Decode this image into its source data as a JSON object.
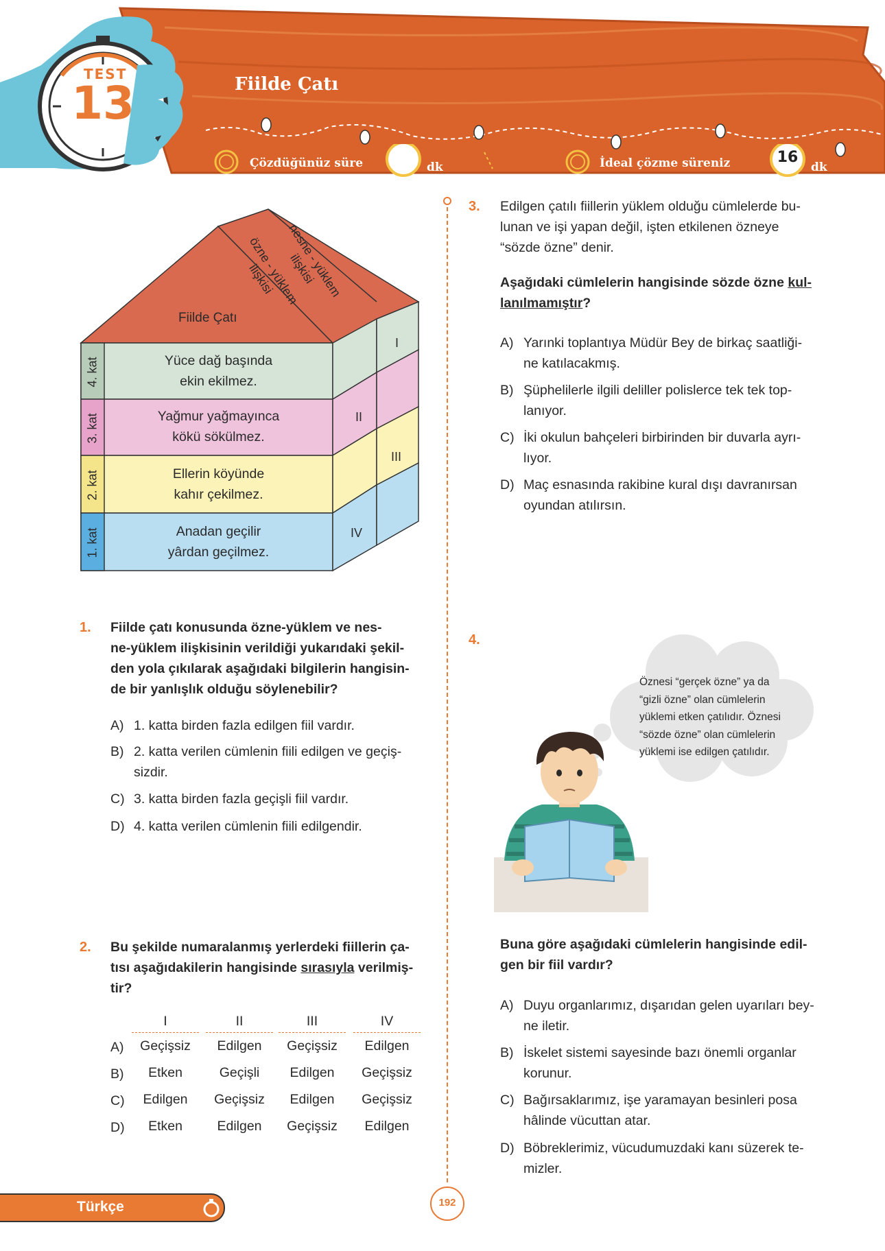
{
  "header": {
    "test_label": "TEST",
    "test_number": "13",
    "title": "Fiilde Çatı",
    "solved_time_label": "Çözdüğünüz süre",
    "solved_time_unit": "dk",
    "ideal_time_label": "İdeal çözme süreniz",
    "ideal_time_value": "16",
    "ideal_time_unit": "dk"
  },
  "figure": {
    "roof_label": "Fiilde Çatı",
    "roof_side_1": "nesne - yüklem ilişkisi",
    "roof_side_2": "özne - yüklem ilişkisi",
    "floors": [
      {
        "label": "4. kat",
        "line1": "Yüce dağ başında",
        "line2": "ekin ekilmez."
      },
      {
        "label": "3. kat",
        "line1": "Yağmur yağmayınca",
        "line2": "kökü sökülmez."
      },
      {
        "label": "2. kat",
        "line1": "Ellerin köyünde",
        "line2": "kahır çekilmez."
      },
      {
        "label": "1. kat",
        "line1": "Anadan geçilir",
        "line2": "yârdan geçilmez."
      }
    ],
    "markers": [
      "I",
      "II",
      "III",
      "IV"
    ]
  },
  "q1": {
    "number": "1.",
    "lines": [
      "Fiilde çatı konusunda özne-yüklem ve nes-",
      "ne-yüklem ilişkisinin verildiği yukarıdaki şekil-",
      "den yola çıkılarak aşağıdaki bilgilerin hangisin-",
      "de bir yanlışlık olduğu söylenebilir?"
    ],
    "options": [
      {
        "letter": "A)",
        "lines": [
          "1. katta birden fazla edilgen fiil vardır."
        ]
      },
      {
        "letter": "B)",
        "lines": [
          "2. katta verilen cümlenin fiili edilgen ve geçiş-",
          "sizdir."
        ]
      },
      {
        "letter": "C)",
        "lines": [
          "3. katta birden fazla geçişli fiil vardır."
        ]
      },
      {
        "letter": "D)",
        "lines": [
          "4. katta verilen cümlenin fiili edilgendir."
        ]
      }
    ]
  },
  "q2": {
    "number": "2.",
    "line1": "Bu şekilde numaralanmış yerlerdeki fiillerin ça-",
    "line2_a": "tısı aşağıdakilerin hangisinde ",
    "line2_u": "sırasıyla",
    "line2_b": " verilmiş-",
    "line3": "tir?",
    "headers": [
      "I",
      "II",
      "III",
      "IV"
    ],
    "rows": [
      {
        "letter": "A)",
        "cells": [
          "Geçişsiz",
          "Edilgen",
          "Geçişsiz",
          "Edilgen"
        ]
      },
      {
        "letter": "B)",
        "cells": [
          "Etken",
          "Geçişli",
          "Edilgen",
          "Geçişsiz"
        ]
      },
      {
        "letter": "C)",
        "cells": [
          "Edilgen",
          "Geçişsiz",
          "Edilgen",
          "Geçişsiz"
        ]
      },
      {
        "letter": "D)",
        "cells": [
          "Etken",
          "Edilgen",
          "Geçişsiz",
          "Edilgen"
        ]
      }
    ]
  },
  "q3": {
    "number": "3.",
    "lines": [
      "Edilgen çatılı fiillerin yüklem olduğu cümlelerde bu-",
      "lunan ve işi yapan değil, işten etkilenen özneye",
      "“sözde özne” denir."
    ],
    "stem_a": "Aşağıdaki cümlelerin hangisinde sözde özne ",
    "stem_u1": "kul-",
    "stem_u2": "lanılmamıştır",
    "stem_end": "?",
    "options": [
      {
        "letter": "A)",
        "lines": [
          "Yarınki toplantıya Müdür Bey de birkaç saatliği-",
          "ne katılacakmış."
        ]
      },
      {
        "letter": "B)",
        "lines": [
          "Şüphelilerle ilgili deliller polislerce tek tek top-",
          "lanıyor."
        ]
      },
      {
        "letter": "C)",
        "lines": [
          "İki okulun bahçeleri birbirinden bir duvarla ayrı-",
          "lıyor."
        ]
      },
      {
        "letter": "D)",
        "lines": [
          "Maç esnasında rakibine kural dışı davranırsan",
          "oyundan atılırsın."
        ]
      }
    ]
  },
  "q4": {
    "number": "4.",
    "bubble_lines": [
      "Öznesi “gerçek özne” ya da",
      "“gizli özne” olan cümlelerin",
      "yüklemi etken çatılıdır. Öznesi",
      "“sözde özne” olan cümlelerin",
      "yüklemi ise edilgen çatılıdır."
    ],
    "stem_lines": [
      "Buna göre aşağıdaki cümlelerin hangisinde edil-",
      "gen bir fiil vardır?"
    ],
    "options": [
      {
        "letter": "A)",
        "lines": [
          "Duyu organlarımız, dışarıdan gelen uyarıları bey-",
          "ne iletir."
        ]
      },
      {
        "letter": "B)",
        "lines": [
          "İskelet sistemi sayesinde bazı önemli organlar",
          "korunur."
        ]
      },
      {
        "letter": "C)",
        "lines": [
          "Bağırsaklarımız, işe yaramayan besinleri posa",
          "hâlinde vücuttan atar."
        ]
      },
      {
        "letter": "D)",
        "lines": [
          "Böbreklerimiz, vücudumuzdaki kanı süzerek te-",
          "mizler."
        ]
      }
    ]
  },
  "footer": {
    "subject": "Türkçe",
    "page_number": "192"
  },
  "colors": {
    "header_orange": "#d9632b",
    "accent_orange": "#e97a33",
    "hand_blue": "#6ec4d8",
    "roof": "#d96a50",
    "floor4": "#d6e4d8",
    "floor3": "#efc3dc",
    "floor2": "#fbf3b8",
    "floor1": "#b9def2"
  }
}
